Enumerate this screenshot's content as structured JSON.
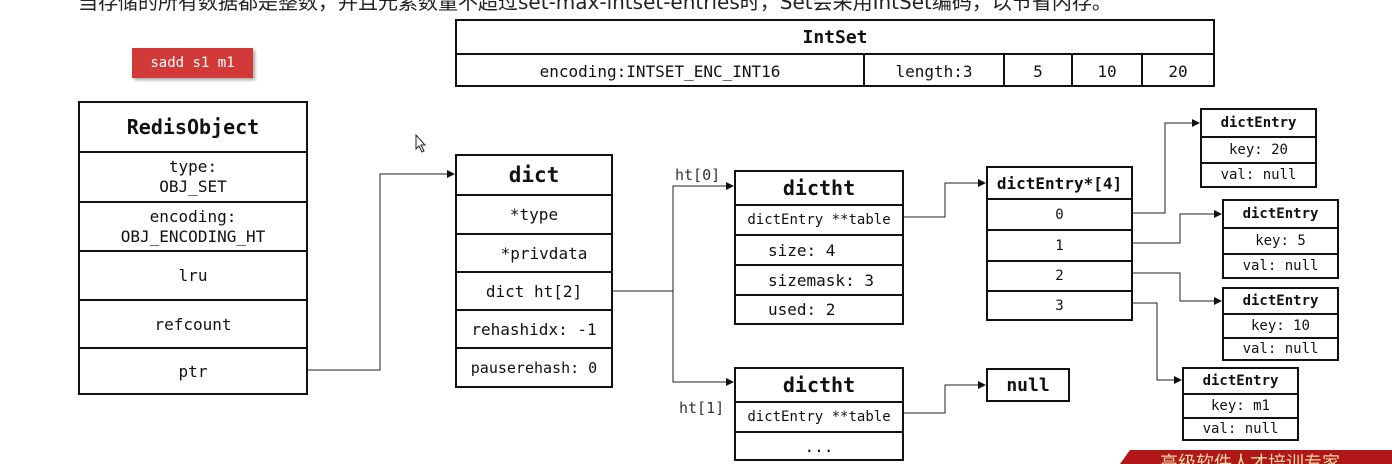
{
  "top_note": "当存储的所有数据都是整数，并且元素数量不超过set-max-intset-entries时，Set会采用IntSet编码，以节省内存。",
  "command_badge": "sadd s1 m1",
  "intset": {
    "title": "IntSet",
    "encoding": "encoding:INTSET_ENC_INT16",
    "length": "length:3",
    "values": [
      "5",
      "10",
      "20"
    ]
  },
  "redis_object": {
    "title": "RedisObject",
    "type_line1": "type:",
    "type_line2": "OBJ_SET",
    "encoding_line1": "encoding:",
    "encoding_line2": "OBJ_ENCODING_HT",
    "lru": "lru",
    "refcount": "refcount",
    "ptr": "ptr"
  },
  "dict": {
    "title": "dict",
    "type": "*type",
    "privdata": "*privdata",
    "ht": "dict ht[2]",
    "rehashidx": "rehashidx: -1",
    "pauserehash": "pauserehash: 0"
  },
  "ht0_label": "ht[0]",
  "ht1_label": "ht[1]",
  "dictht0": {
    "title": "dictht",
    "table": "dictEntry **table",
    "size": "size: 4",
    "sizemask": "sizemask: 3",
    "used": "used: 2"
  },
  "dictht1": {
    "title": "dictht",
    "table": "dictEntry **table",
    "more": "..."
  },
  "null_box": "null",
  "bucket_array": {
    "title": "dictEntry*[4]",
    "indices": [
      "0",
      "1",
      "2",
      "3"
    ]
  },
  "entries": [
    {
      "title": "dictEntry",
      "key": "key: 20",
      "val": "val: null"
    },
    {
      "title": "dictEntry",
      "key": "key: 5",
      "val": "val: null"
    },
    {
      "title": "dictEntry",
      "key": "key: 10",
      "val": "val: null"
    },
    {
      "title": "dictEntry",
      "key": "key: m1",
      "val": "val: null"
    }
  ],
  "banner_text": "高级软件人才培训专家"
}
